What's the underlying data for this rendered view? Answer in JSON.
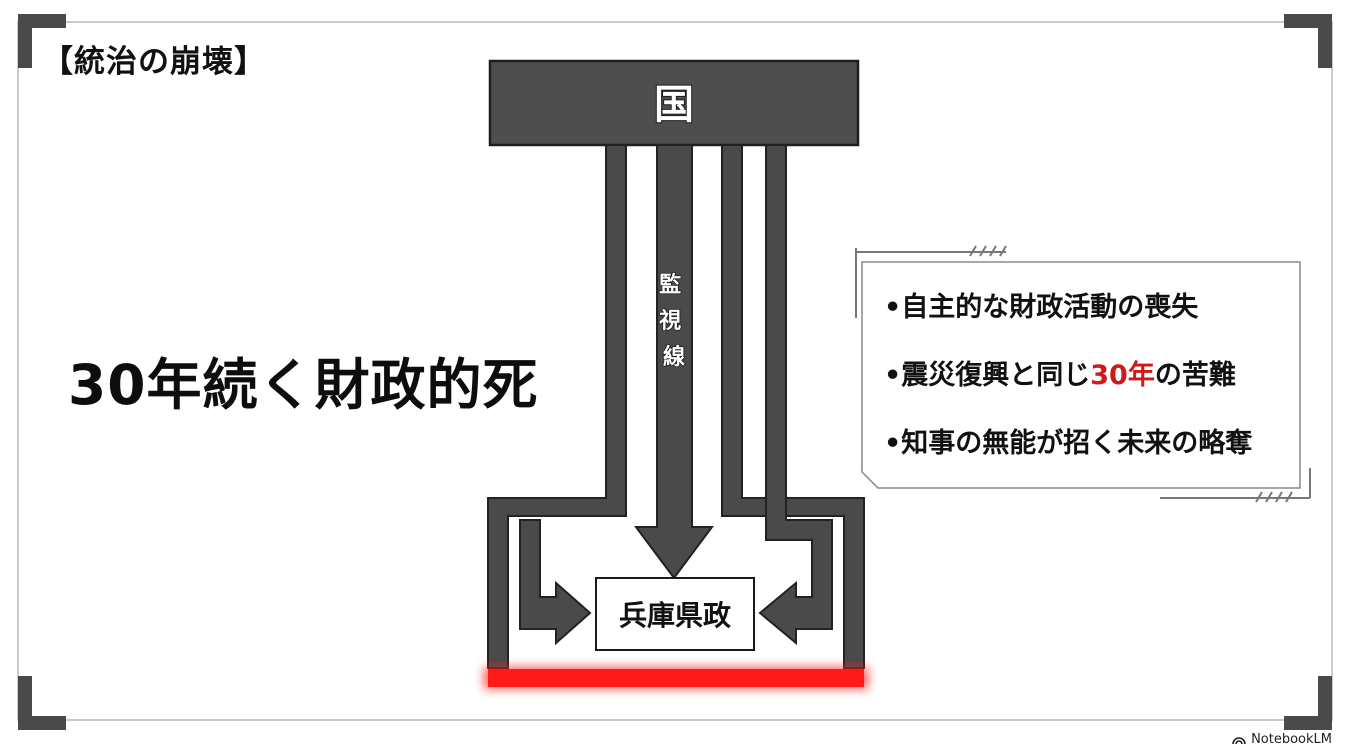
{
  "section_label": "【統治の崩壊】",
  "headline": "30年続く財政的死",
  "diagram": {
    "top_box_label": "国",
    "arrow_label": "監\n視\n線",
    "center_box_label": "兵庫県政"
  },
  "bullets": [
    {
      "before": "•自主的な財政活動の喪失",
      "highlight": "",
      "after": ""
    },
    {
      "before": "•震災復興と同じ",
      "highlight": "30年",
      "after": "の苦難"
    },
    {
      "before": "•知事の無能が招く未来の略奪",
      "highlight": "",
      "after": ""
    }
  ],
  "brand": "NotebookLM",
  "colors": {
    "arrow_fill": "#4a4a4a",
    "top_box": "#4e4e4e",
    "red_glow": "#ff1a1a",
    "highlight": "#cc1a1a",
    "corner": "#4a4a4a"
  }
}
